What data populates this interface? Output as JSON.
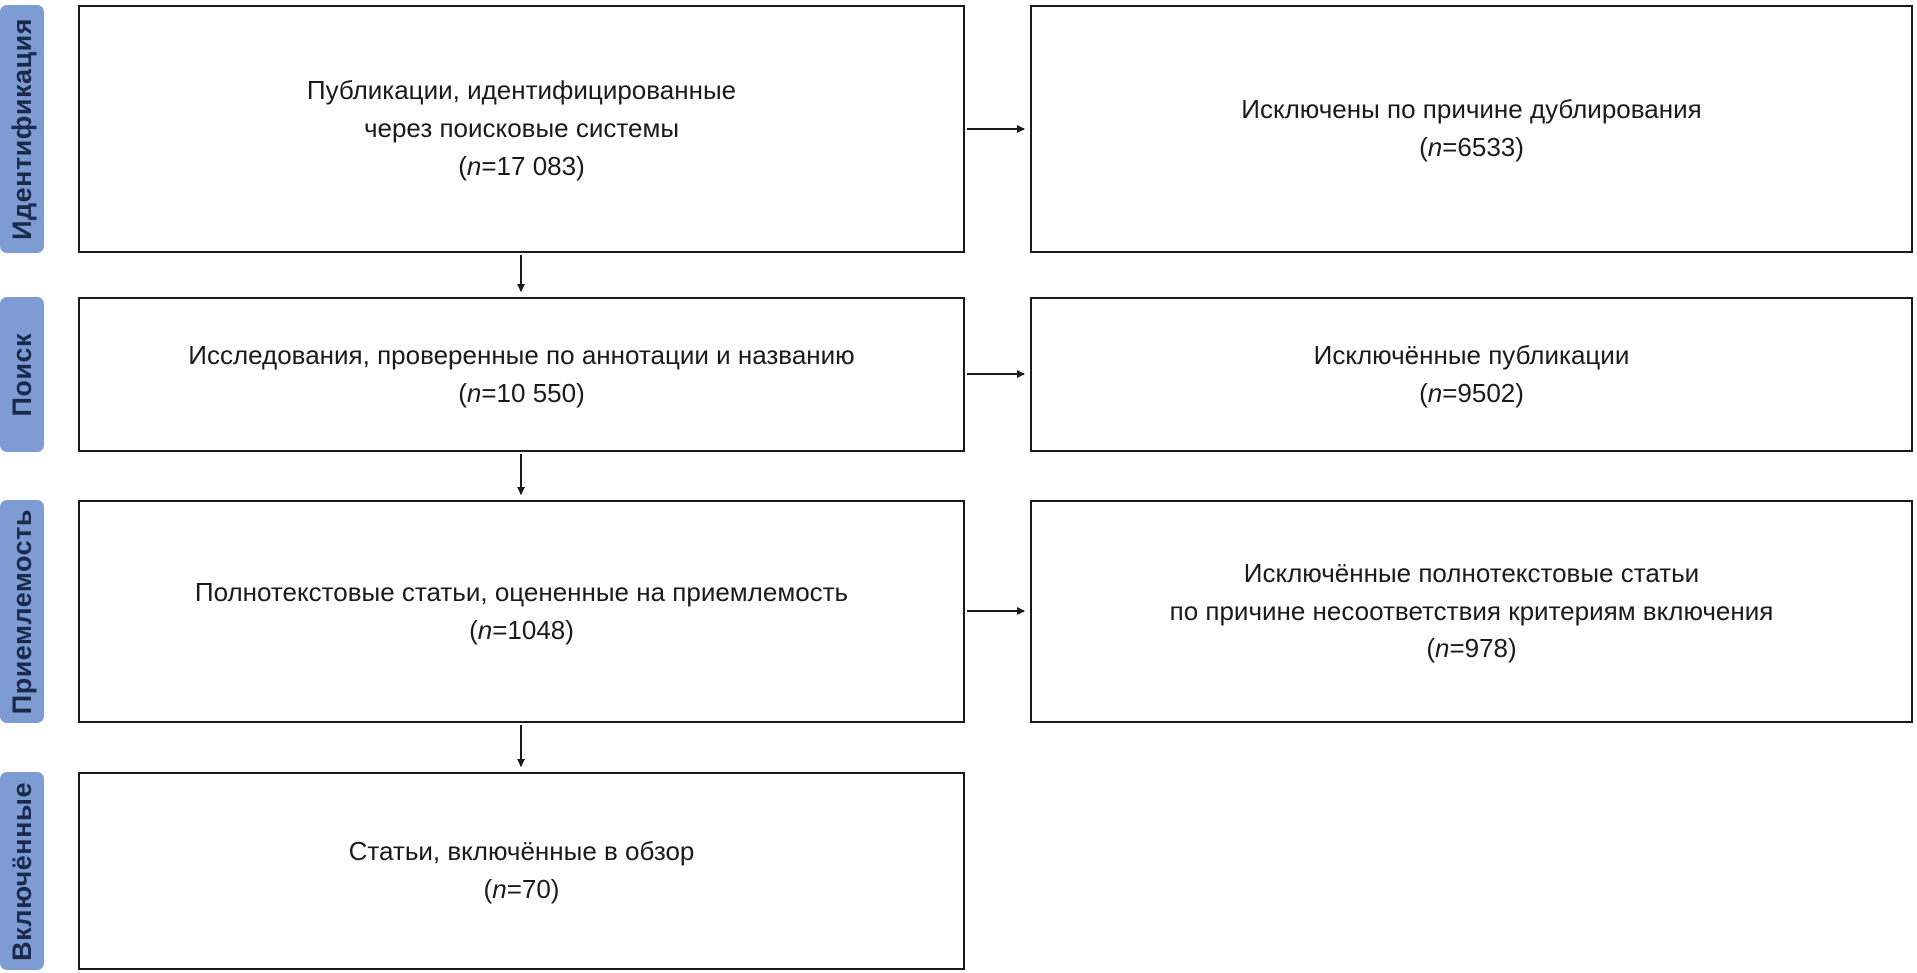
{
  "diagram": {
    "stages": [
      {
        "label": "Идентификация"
      },
      {
        "label": "Поиск"
      },
      {
        "label": "Приемлемость"
      },
      {
        "label": "Включённые"
      }
    ],
    "main_boxes": [
      {
        "lines": [
          "Публикации, идентифицированные",
          "через поисковые системы"
        ],
        "count": "(n=17 083)"
      },
      {
        "lines": [
          "Исследования, проверенные по аннотации и названию"
        ],
        "count": "(n=10 550)"
      },
      {
        "lines": [
          "Полнотекстовые статьи, оцененные на приемлемость"
        ],
        "count": "(n=1048)"
      },
      {
        "lines": [
          "Статьи, включённые в обзор"
        ],
        "count": "(n=70)"
      }
    ],
    "side_boxes": [
      {
        "lines": [
          "Исключены по причине дублирования"
        ],
        "count": "(n=6533)"
      },
      {
        "lines": [
          "Исключённые публикации"
        ],
        "count": "(n=9502)"
      },
      {
        "lines": [
          "Исключённые полнотекстовые статьи",
          "по причине несоответствия критериям включения"
        ],
        "count": "(n=978)"
      }
    ],
    "colors": {
      "stage_bg": "#7D9CD4",
      "stage_text": "#1b2a4a",
      "box_border": "#1a1a1a",
      "text": "#1a1a1a"
    }
  }
}
